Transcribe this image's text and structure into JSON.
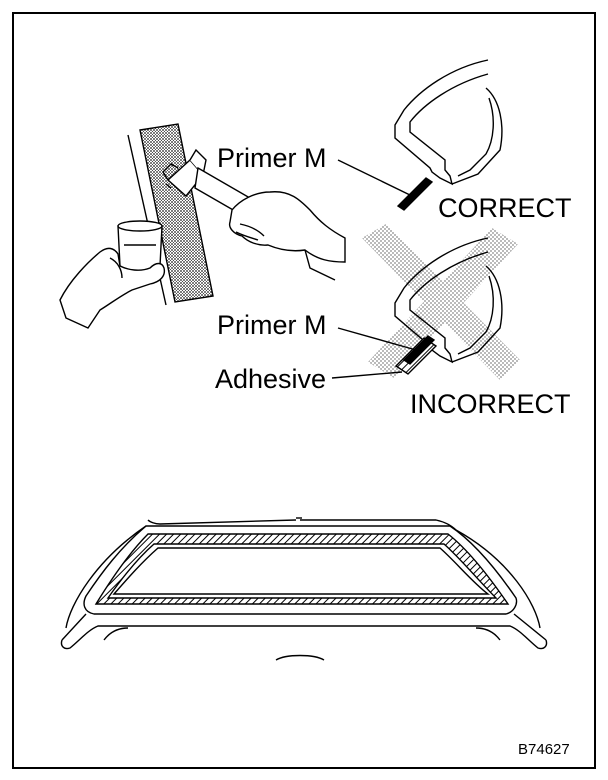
{
  "labels": {
    "primer_m_correct": "Primer M",
    "correct": "CORRECT",
    "primer_m_incorrect": "Primer M",
    "adhesive": "Adhesive",
    "incorrect": "INCORRECT",
    "figure_code": "B74627"
  },
  "colors": {
    "line": "#000000",
    "stipple": "#9a9a9a",
    "background": "#ffffff"
  }
}
